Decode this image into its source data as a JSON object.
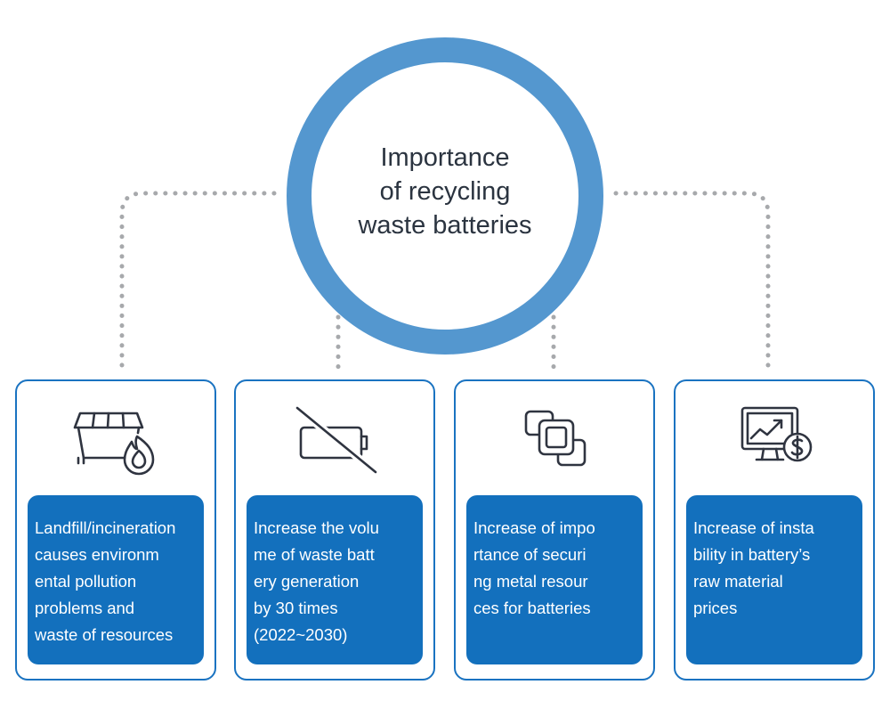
{
  "hub": {
    "title": "Importance\nof recycling\nwaste batteries"
  },
  "cards": [
    {
      "icon": "burning-dumpster-icon",
      "text": "Landfill/incineration\ncauses environm\nental pollution\nproblems and\nwaste of resources"
    },
    {
      "icon": "no-battery-icon",
      "text": "Increase the volu\nme of waste batt\nery generation\nby 30 times\n(2022~2030)"
    },
    {
      "icon": "metal-resources-icon",
      "text": "Increase of impo\nrtance of securi\nng metal resour\nces for batteries"
    },
    {
      "icon": "price-chart-icon",
      "text": "Increase of insta\nbility in battery’s\nraw material\nprices"
    }
  ],
  "colors": {
    "ring": "#5497cf",
    "border": "#1a73c1",
    "label_bg": "#1370bd",
    "dots": "#a7a9ac",
    "icon": "#2f3440"
  }
}
